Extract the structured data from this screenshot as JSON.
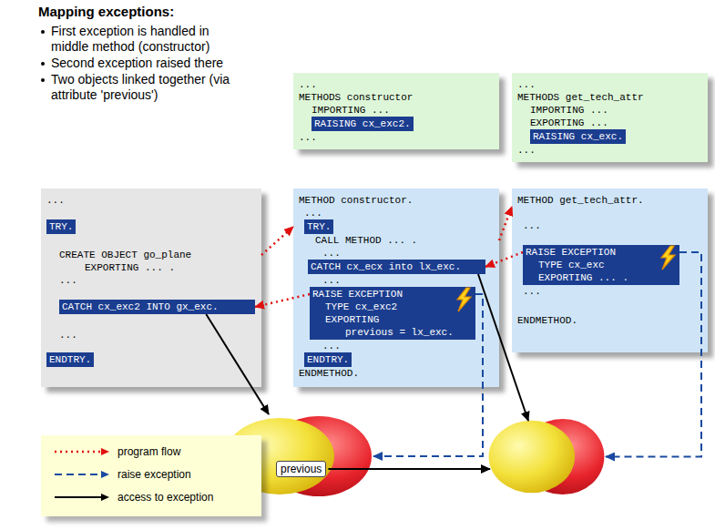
{
  "diagram": {
    "title": "Mapping exceptions:",
    "nodes": [
      {
        "text": [
          "...",
          "METHODS constructor",
          "IMPORTING ...",
          "..."
        ]
      },
      {
        "text": [
          "RAISING cx_exc2."
        ],
        "in": 0
      },
      {
        "text": [
          "...",
          "METHODS get_tech_attr",
          "IMPORTING ...",
          "EXPORTING ...",
          "..."
        ]
      },
      {
        "text": [
          "RAISING cx_exc."
        ],
        "in": 2
      },
      {
        "text": [
          "...",
          "CREATE OBJECT go_plane",
          "EXPORTING ... .",
          "...",
          "..."
        ]
      },
      {
        "text": [
          "TRY."
        ],
        "in": 4
      },
      {
        "text": [
          "CATCH cx_exc2 INTO gx_exc."
        ],
        "in": 4
      },
      {
        "text": [
          "ENDTRY."
        ],
        "in": 4
      },
      {
        "text": [
          "METHOD constructor.",
          "...",
          "CALL METHOD ... .",
          "...",
          "...",
          "...",
          "ENDMETHOD."
        ]
      },
      {
        "text": [
          "TRY."
        ],
        "in": 8
      },
      {
        "text": [
          "CATCH cx_ecx into lx_exc."
        ],
        "in": 8
      },
      {
        "text": [
          "RAISE EXCEPTION",
          "TYPE cx_exc2",
          "EXPORTING",
          "previous = lx_exc."
        ],
        "in": 8
      },
      {
        "text": [
          "ENDTRY."
        ],
        "in": 8
      },
      {
        "text": [
          "METHOD get_tech_attr.",
          "...",
          "...",
          "ENDMETHOD."
        ]
      },
      {
        "text": [
          "RAISE EXCEPTION",
          "TYPE cx_exc",
          "EXPORTING ... ."
        ],
        "in": 13
      },
      {
        "text": [
          "previous"
        ]
      }
    ],
    "edges": [
      {
        "from": 4,
        "to": 8,
        "arrow": "to"
      },
      {
        "from": 8,
        "to": 13,
        "arrow": "to"
      },
      {
        "from": 14,
        "to": 10,
        "arrow": "to"
      },
      {
        "from": 11,
        "to": 6,
        "arrow": "to"
      },
      {
        "from": 6,
        "to": 15,
        "arrow": "to"
      },
      {
        "from": 11,
        "to": 15,
        "arrow": "to"
      }
    ],
    "labels": [
      "First exception is handled in middle method (constructor)",
      "Second exception raised there",
      "Two objects linked together (via attribute 'previous')"
    ],
    "legend": [
      {
        "text": "program flow"
      },
      {
        "text": "raise exception"
      },
      {
        "text": "access to exception"
      }
    ]
  }
}
